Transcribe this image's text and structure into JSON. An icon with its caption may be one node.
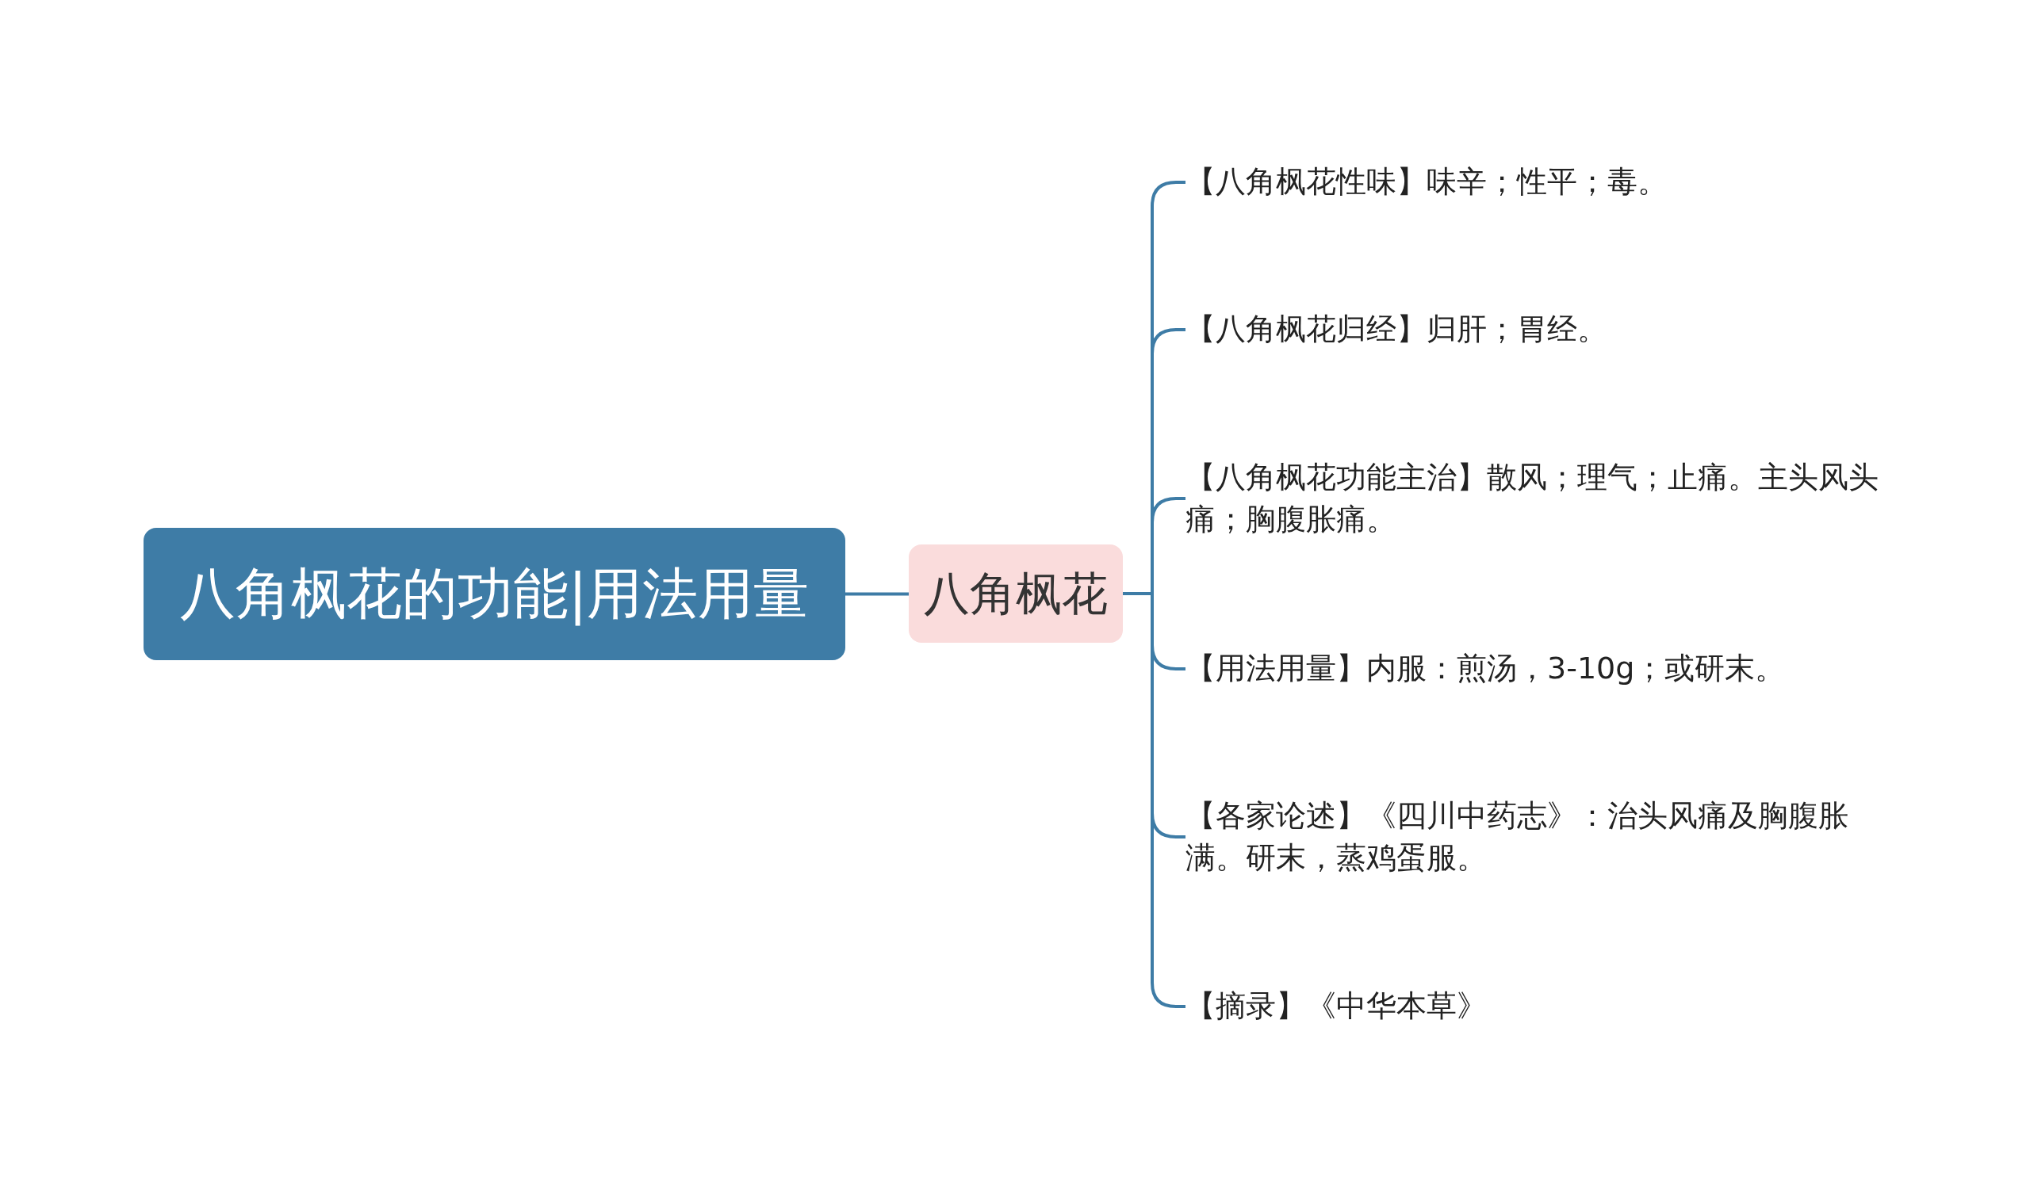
{
  "diagram": {
    "nodes": [
      {
        "text": [
          "八角枫花的功能|用法用量"
        ]
      },
      {
        "text": [
          "八角枫花"
        ]
      },
      {
        "text": [
          "【八角枫花性味】味辛；性平；毒。"
        ]
      },
      {
        "text": [
          "【八角枫花归经】归肝；胃经。"
        ]
      },
      {
        "text": [
          "【八角枫花功能主治】散风；理气；止痛。主头风头痛；胸腹胀痛。"
        ]
      },
      {
        "text": [
          "【用法用量】内服：煎汤，3-10g；或研末。"
        ]
      },
      {
        "text": [
          "【各家论述】《四川中药志》：治头风痛及胸腹胀满。研末，蒸鸡蛋服。"
        ]
      },
      {
        "text": [
          "【摘录】《中华本草》"
        ]
      }
    ],
    "edges": [
      {
        "from": 0,
        "to": 1,
        "arrow": "none"
      },
      {
        "from": 1,
        "to": 2,
        "arrow": "none"
      },
      {
        "from": 1,
        "to": 3,
        "arrow": "none"
      },
      {
        "from": 1,
        "to": 4,
        "arrow": "none"
      },
      {
        "from": 1,
        "to": 5,
        "arrow": "none"
      },
      {
        "from": 1,
        "to": 6,
        "arrow": "none"
      },
      {
        "from": 1,
        "to": 7,
        "arrow": "none"
      }
    ]
  }
}
